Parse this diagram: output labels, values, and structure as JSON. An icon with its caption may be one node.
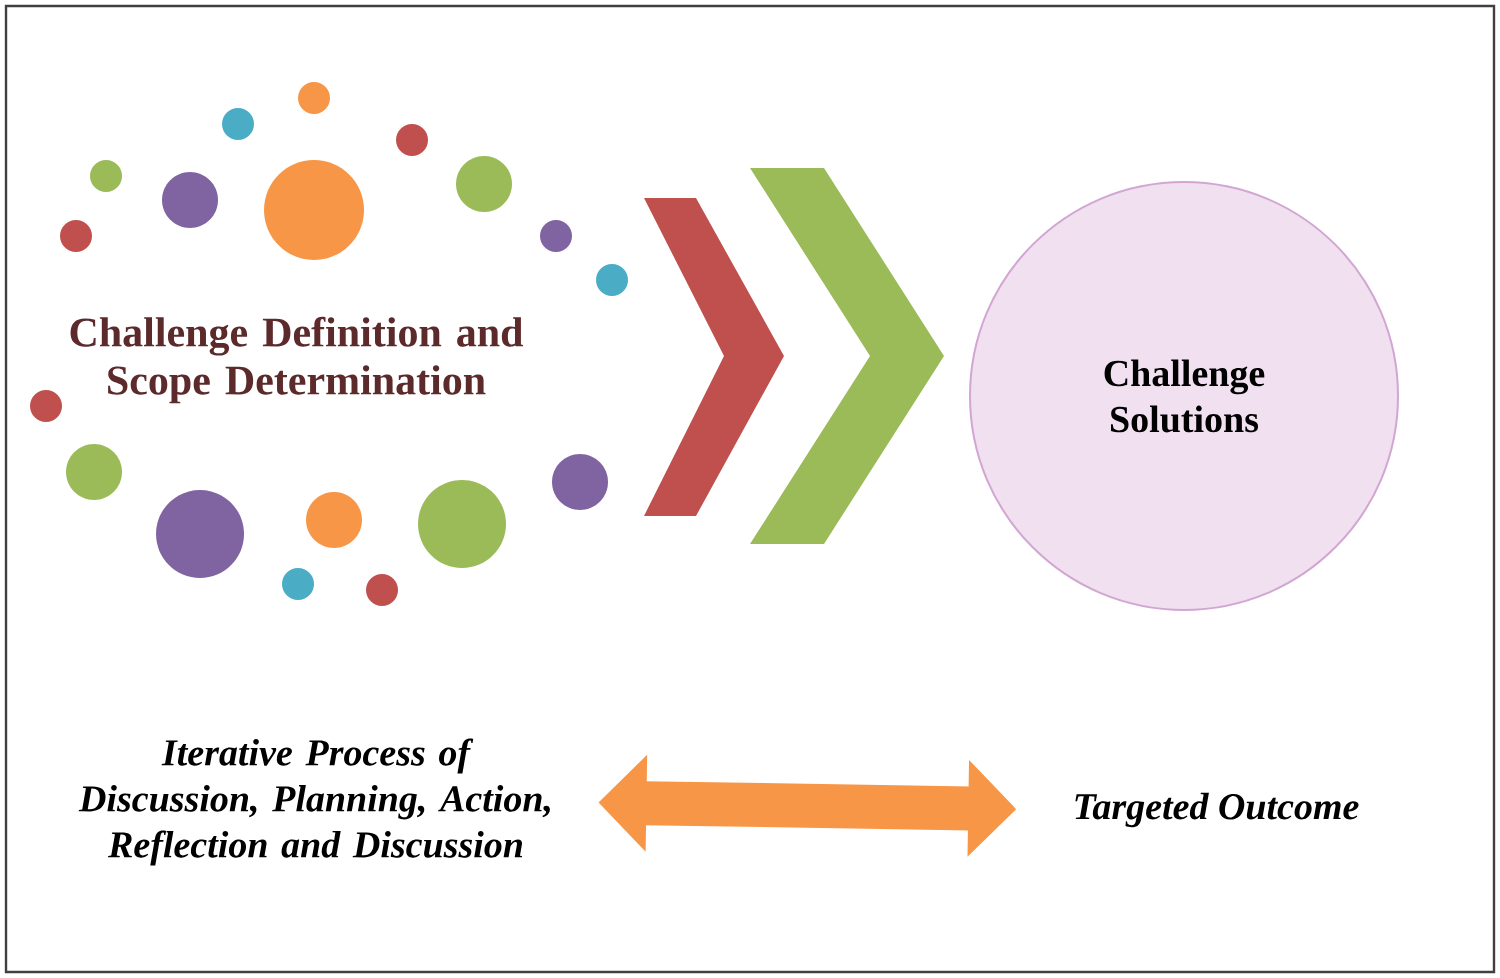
{
  "diagram": {
    "nodes": [
      {
        "text": [
          "Challenge Definition and Scope Determination"
        ]
      },
      {
        "text": [
          "Challenge Solutions"
        ]
      },
      {
        "text": [
          "Iterative Process of Discussion, Planning, Action, Reflection and Discussion"
        ]
      },
      {
        "text": [
          "Targeted Outcome"
        ]
      }
    ],
    "edges": [
      {
        "from": 0,
        "to": 1,
        "arrow": "to"
      },
      {
        "from": 2,
        "to": 3,
        "arrow": "both"
      }
    ]
  }
}
